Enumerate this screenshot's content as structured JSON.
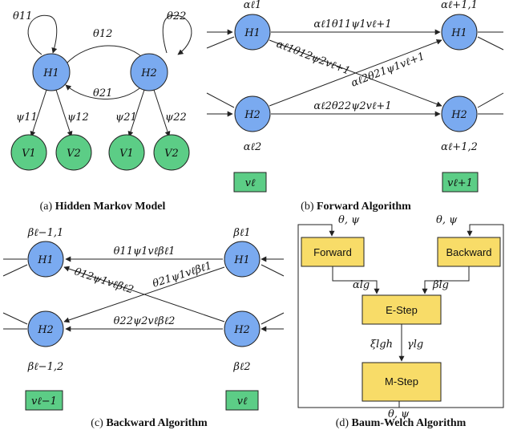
{
  "panel_a": {
    "caption_prefix": "(a) ",
    "caption_title": "Hidden Markov Model",
    "H1": "H1",
    "H2": "H2",
    "V1": "V1",
    "V2": "V2",
    "theta11": "θ11",
    "theta22": "θ22",
    "theta12": "θ12",
    "theta21": "θ21",
    "psi11": "ψ11",
    "psi12": "ψ12",
    "psi21": "ψ21",
    "psi22": "ψ22"
  },
  "panel_b": {
    "caption_prefix": "(b) ",
    "caption_title": "Forward Algorithm",
    "H1": "H1",
    "H2": "H2",
    "alpha_l1": "αℓ1",
    "alpha_l2": "αℓ2",
    "alpha_next1": "αℓ+1,1",
    "alpha_next2": "αℓ+1,2",
    "edge_11": "αℓ1θ11ψ1vℓ+1",
    "edge_12": "αℓ1θ12ψ2vℓ+1",
    "edge_21": "αℓ2θ21ψ1vℓ+1",
    "edge_22": "αℓ2θ22ψ2vℓ+1",
    "obs_left": "vℓ",
    "obs_right": "vℓ+1"
  },
  "panel_c": {
    "caption_prefix": "(c) ",
    "caption_title": "Backward Algorithm",
    "H1": "H1",
    "H2": "H2",
    "beta_prev1": "βℓ−1,1",
    "beta_prev2": "βℓ−1,2",
    "beta_l1": "βℓ1",
    "beta_l2": "βℓ2",
    "edge_11": "θ11ψ1vℓβℓ1",
    "edge_12": "θ12ψ1vℓβℓ2",
    "edge_21": "θ21ψ1vℓβℓ1",
    "edge_22": "θ22ψ2vℓβℓ2",
    "obs_left": "vℓ−1",
    "obs_right": "vℓ"
  },
  "panel_d": {
    "caption_prefix": "(d) ",
    "caption_title": "Baum-Welch Algorithm",
    "forward": "Forward",
    "backward": "Backward",
    "estep": "E-Step",
    "mstep": "M-Step",
    "params": "θ, ψ",
    "alpha_lg": "αlg",
    "beta_lg": "βlg",
    "xi_lgh": "ξlgh",
    "gamma_lg": "γlg"
  }
}
